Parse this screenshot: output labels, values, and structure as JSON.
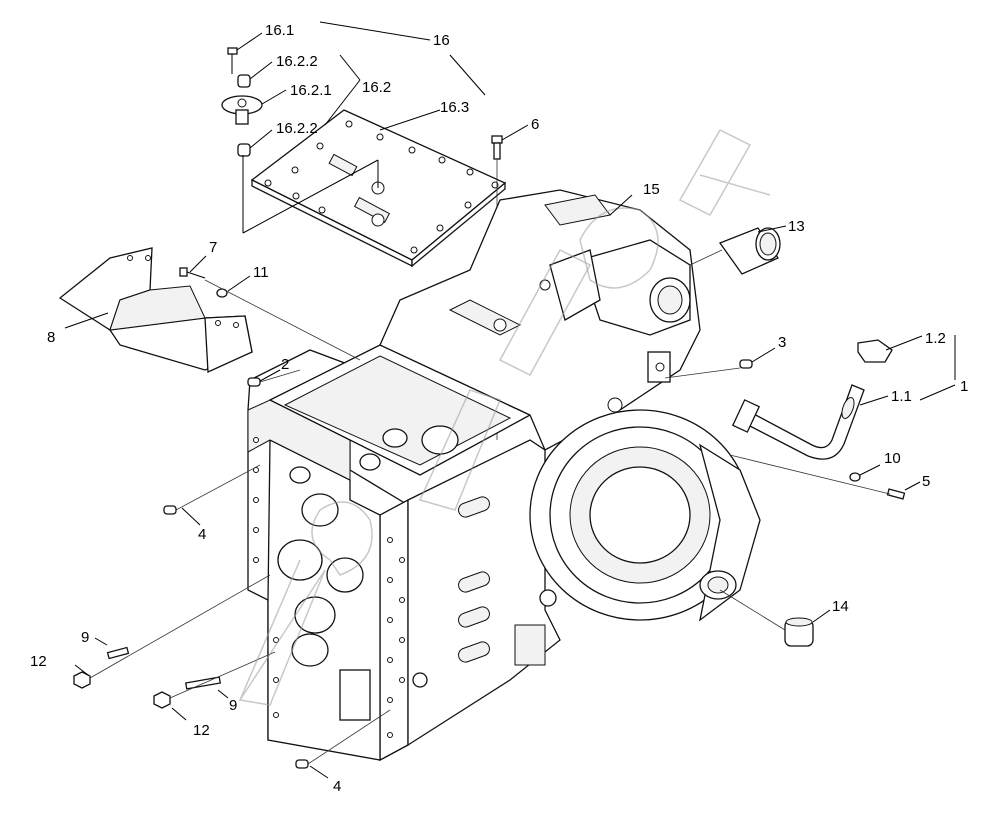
{
  "callouts": [
    {
      "id": "16.1",
      "text": "16.1"
    },
    {
      "id": "16",
      "text": "16"
    },
    {
      "id": "16.2.2a",
      "text": "16.2.2"
    },
    {
      "id": "16.2.1",
      "text": "16.2.1"
    },
    {
      "id": "16.2",
      "text": "16.2"
    },
    {
      "id": "16.2.2b",
      "text": "16.2.2"
    },
    {
      "id": "16.3",
      "text": "16.3"
    },
    {
      "id": "6",
      "text": "6"
    },
    {
      "id": "15",
      "text": "15"
    },
    {
      "id": "13",
      "text": "13"
    },
    {
      "id": "7",
      "text": "7"
    },
    {
      "id": "11",
      "text": "11"
    },
    {
      "id": "8",
      "text": "8"
    },
    {
      "id": "2",
      "text": "2"
    },
    {
      "id": "3",
      "text": "3"
    },
    {
      "id": "1.2",
      "text": "1.2"
    },
    {
      "id": "1",
      "text": "1"
    },
    {
      "id": "1.1",
      "text": "1.1"
    },
    {
      "id": "10",
      "text": "10"
    },
    {
      "id": "5",
      "text": "5"
    },
    {
      "id": "4a",
      "text": "4"
    },
    {
      "id": "14",
      "text": "14"
    },
    {
      "id": "9a",
      "text": "9"
    },
    {
      "id": "12a",
      "text": "12"
    },
    {
      "id": "12b",
      "text": "12"
    },
    {
      "id": "9b",
      "text": "9"
    },
    {
      "id": "4b",
      "text": "4"
    }
  ],
  "watermark": "logo"
}
